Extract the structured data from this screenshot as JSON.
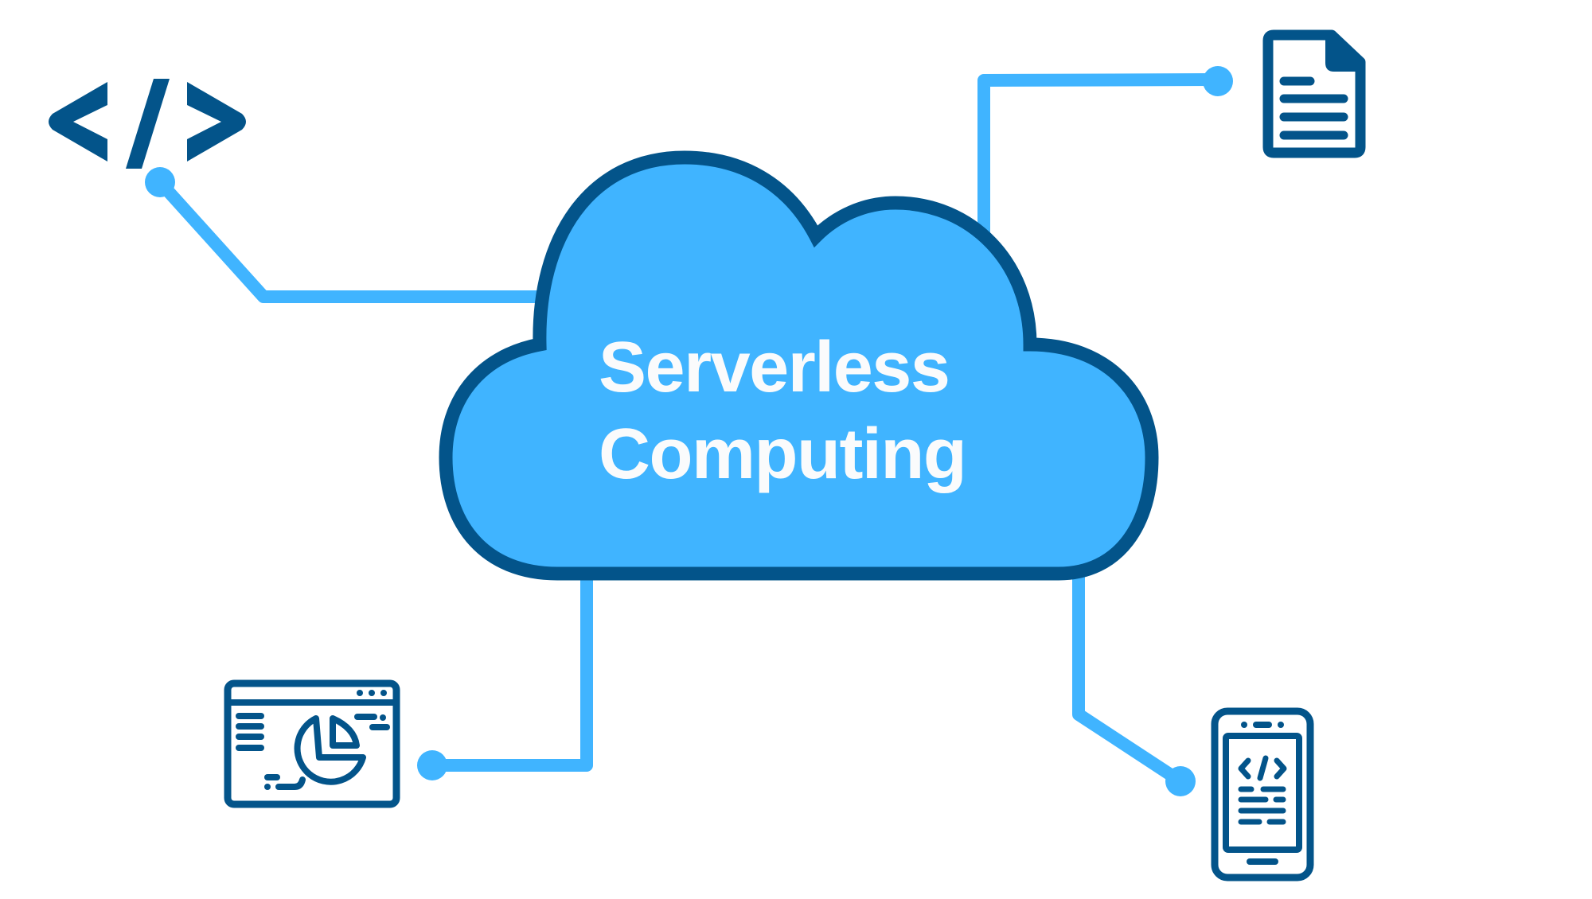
{
  "diagram": {
    "title_lines": [
      "Serverless",
      "Computing"
    ],
    "center_node": {
      "shape": "cloud",
      "label": "Serverless Computing",
      "fill_color": "#40B4FF",
      "border_color": "#03548A",
      "text_color": "#FAFBFC"
    },
    "connector_color": "#40B4FF",
    "icon_color": "#03548A",
    "background_color": "#FFFFFF",
    "nodes": [
      {
        "id": "code",
        "icon": "code-brackets-icon",
        "position": "top-left"
      },
      {
        "id": "document",
        "icon": "document-icon",
        "position": "top-right"
      },
      {
        "id": "dashboard",
        "icon": "browser-analytics-icon",
        "position": "bottom-left"
      },
      {
        "id": "mobile",
        "icon": "mobile-code-icon",
        "position": "bottom-right"
      }
    ],
    "edges": [
      {
        "from": "cloud",
        "to": "code"
      },
      {
        "from": "cloud",
        "to": "document"
      },
      {
        "from": "cloud",
        "to": "dashboard"
      },
      {
        "from": "cloud",
        "to": "mobile"
      }
    ]
  }
}
